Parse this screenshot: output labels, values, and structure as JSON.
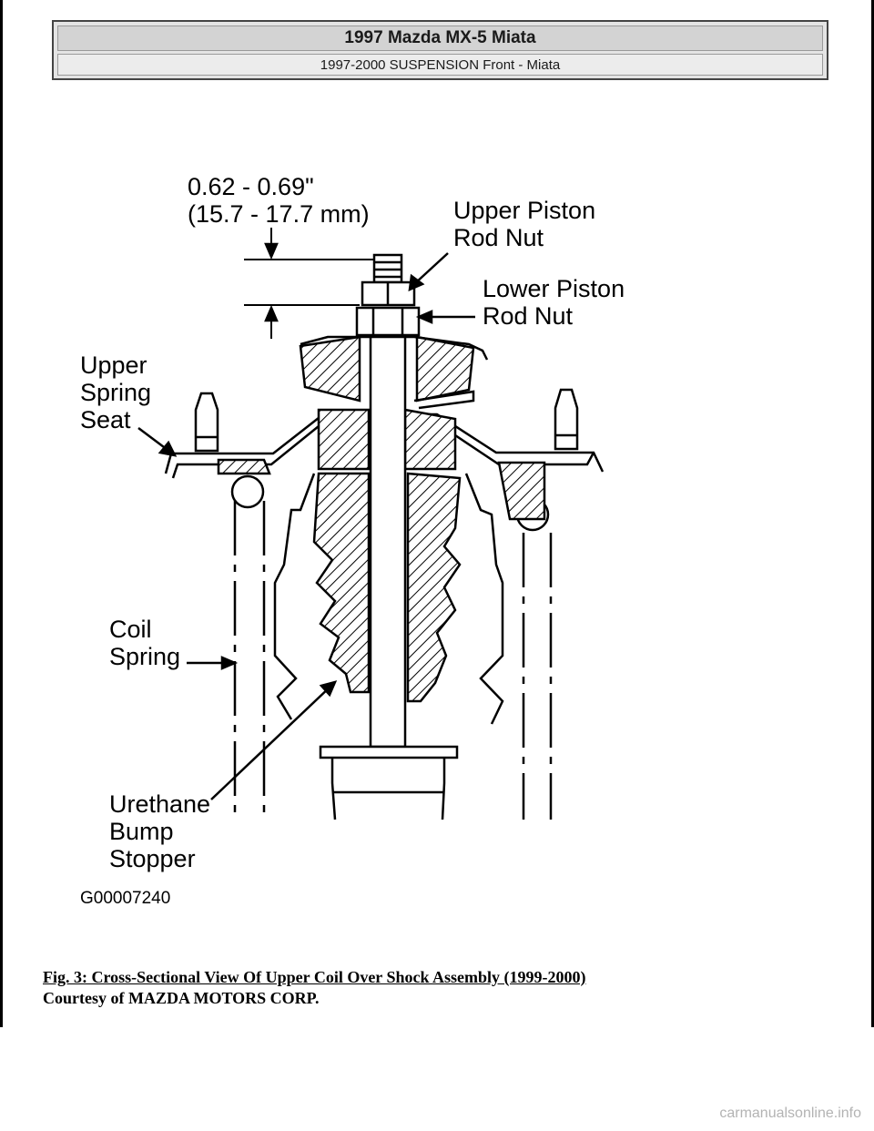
{
  "header": {
    "title": "1997 Mazda MX-5 Miata",
    "subtitle": "1997-2000 SUSPENSION Front - Miata"
  },
  "diagram": {
    "dimension_line1": "0.62 - 0.69\"",
    "dimension_line2": "(15.7 - 17.7 mm)",
    "upper_nut_1": "Upper Piston",
    "upper_nut_2": "Rod Nut",
    "lower_nut_1": "Lower Piston",
    "lower_nut_2": "Rod Nut",
    "seat_1": "Upper",
    "seat_2": "Spring",
    "seat_3": "Seat",
    "coil_1": "Coil",
    "coil_2": "Spring",
    "bump_1": "Urethane",
    "bump_2": "Bump",
    "bump_3": "Stopper",
    "code": "G00007240"
  },
  "caption": {
    "figure": "Fig. 3: Cross-Sectional View Of Upper Coil Over Shock Assembly (1999-2000)",
    "credit": "Courtesy of MAZDA MOTORS CORP."
  },
  "watermark": "carmanualsonline.info"
}
